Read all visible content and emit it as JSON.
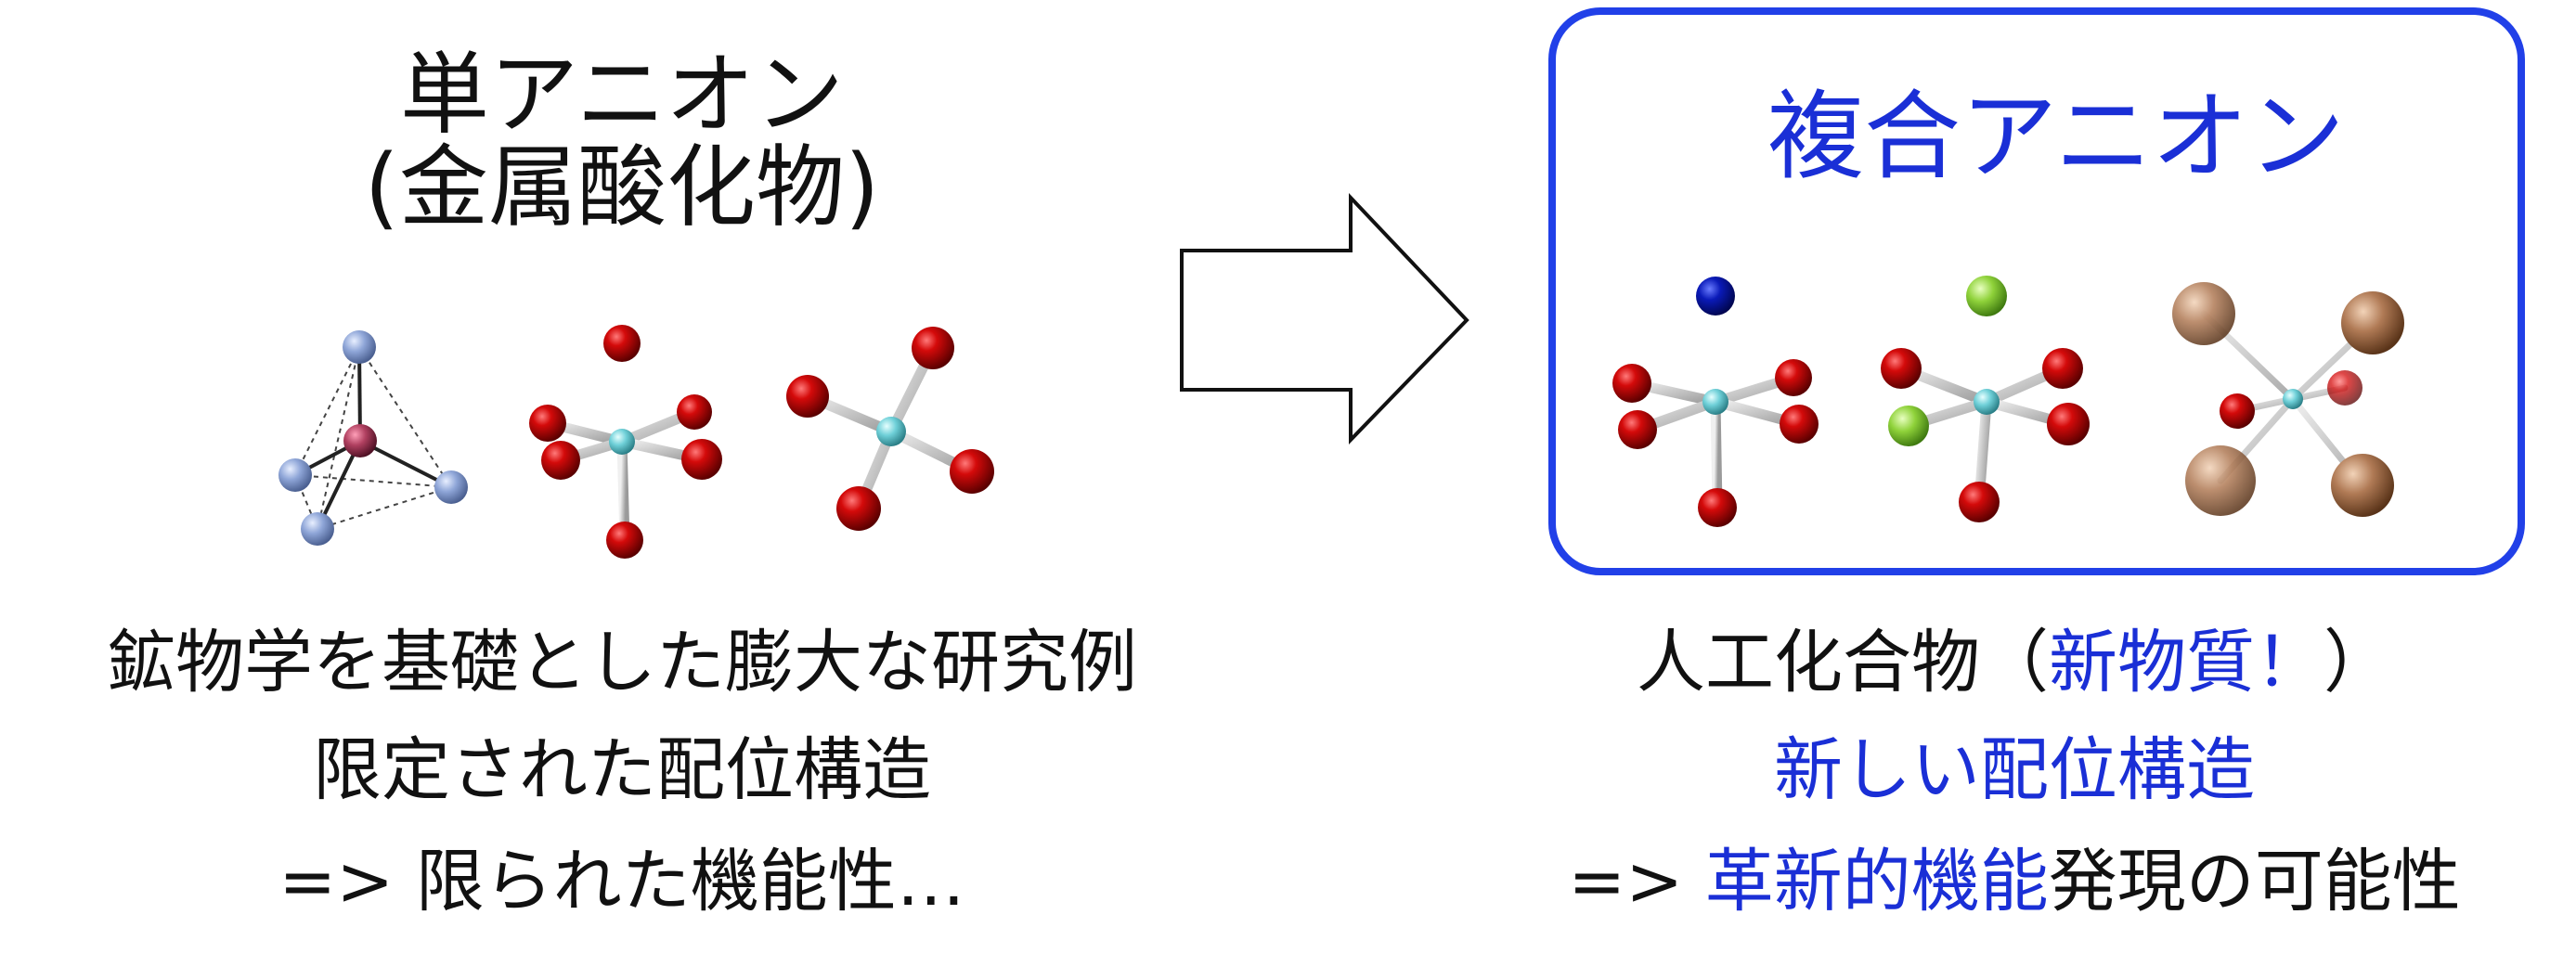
{
  "left": {
    "title_line1": "単アニオン",
    "title_line2": "(金属酸化物)",
    "caption_line1": "鉱物学を基礎とした膨大な研究例",
    "caption_line2": "限定された配位構造",
    "caption_line3": "=> 限られた機能性…"
  },
  "right": {
    "title": "複合アニオン",
    "caption_line1_a": "人工化合物（",
    "caption_line1_b": "新物質！",
    "caption_line1_c": "）",
    "caption_line2": "新しい配位構造",
    "caption_line3_a": "=> ",
    "caption_line3_b": "革新的機能",
    "caption_line3_c": "発現の可能性"
  },
  "colors": {
    "accent_blue": "#1a2fd6",
    "box_border": "#2140e8",
    "oxygen_red": "#c00000",
    "center_cyan": "#6fd0d8",
    "nitrogen_blue": "#0a1ab8",
    "fluorine_green": "#8fd23a",
    "halide_brown": "#b07a55",
    "tetra_center": "#b04060",
    "tetra_vertex": "#8fa6d8"
  }
}
